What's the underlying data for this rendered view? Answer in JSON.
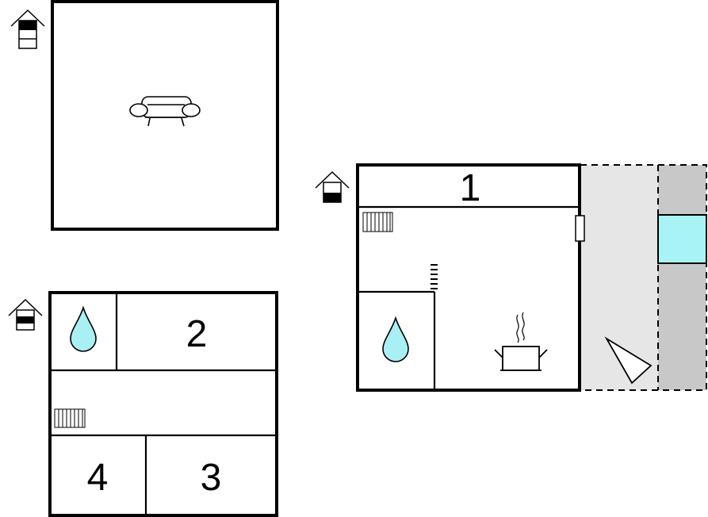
{
  "floor_plan": {
    "colors": {
      "wall": "#000000",
      "terrace": "#e6e6e6",
      "terrace_strip": "#c8c8c8",
      "water": "#a8f0f4",
      "pool": "#a8f4f4",
      "background": "#ffffff"
    },
    "upper_floor": {
      "level_icon": "house-upper-floor-icon",
      "rooms": [
        {
          "type": "living-room",
          "icon": "sofa-icon"
        }
      ]
    },
    "middle_floor": {
      "level_icon": "house-middle-floor-icon",
      "rooms": [
        {
          "type": "bathroom",
          "icon": "water-drop-icon"
        },
        {
          "type": "bedroom",
          "number": "2"
        },
        {
          "type": "hallway",
          "icon": "radiator-icon"
        },
        {
          "type": "bedroom",
          "number": "4"
        },
        {
          "type": "bedroom",
          "number": "3"
        }
      ]
    },
    "ground_floor": {
      "level_icon": "house-ground-floor-icon",
      "rooms": [
        {
          "type": "bedroom",
          "number": "1"
        },
        {
          "type": "living-kitchen",
          "icons": [
            "radiator-icon",
            "cooking-pot-icon",
            "stairs-icon"
          ]
        },
        {
          "type": "bathroom",
          "icon": "water-drop-icon"
        }
      ],
      "outdoor": [
        {
          "type": "terrace",
          "icon": "sun-lounger-icon"
        },
        {
          "type": "pool",
          "icon": "pool-icon"
        }
      ]
    }
  }
}
